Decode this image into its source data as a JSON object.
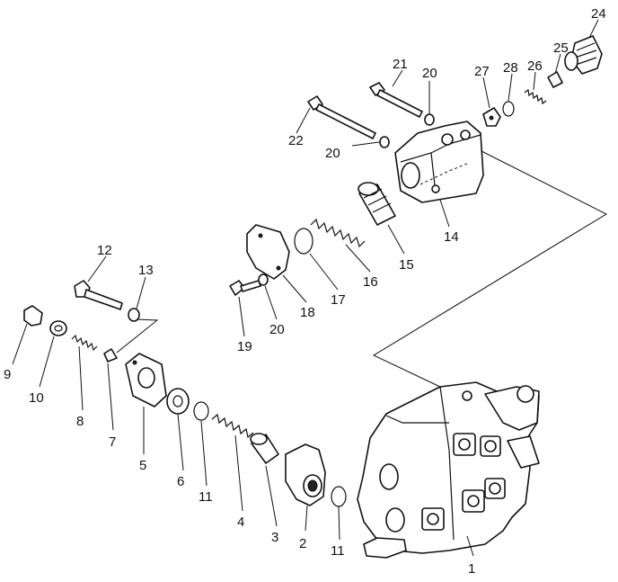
{
  "labels": {
    "l1": "1",
    "l2": "2",
    "l3": "3",
    "l4": "4",
    "l5": "5",
    "l6": "6",
    "l7": "7",
    "l8": "8",
    "l9": "9",
    "l10": "10",
    "l11a": "11",
    "l11b": "11",
    "l12": "12",
    "l13": "13",
    "l14": "14",
    "l15": "15",
    "l16": "16",
    "l17": "17",
    "l18": "18",
    "l19": "19",
    "l20a": "20",
    "l20b": "20",
    "l20c": "20",
    "l21": "21",
    "l22": "22",
    "l24": "24",
    "l25": "25",
    "l26": "26",
    "l27": "27",
    "l28": "28"
  }
}
